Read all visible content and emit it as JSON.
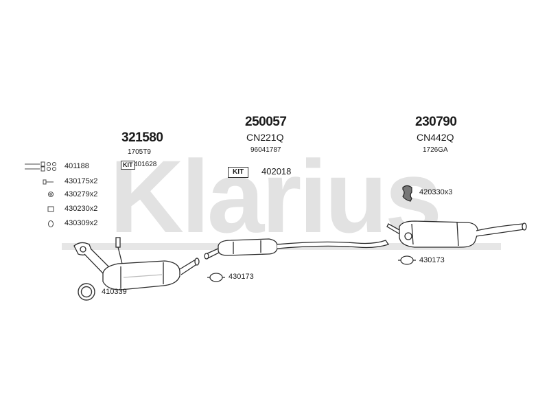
{
  "brand": {
    "watermark": "Klarius"
  },
  "groups": [
    {
      "part_number": "321580",
      "ref1": "1705T9",
      "kit_badge": "KIT",
      "kit_number": "401628"
    },
    {
      "part_number": "250057",
      "ref1": "CN221Q",
      "ref2": "96041787",
      "kit_badge": "KIT",
      "kit_number": "402018"
    },
    {
      "part_number": "230790",
      "ref1": "CN442Q",
      "ref2": "1726GA"
    }
  ],
  "fittings": [
    {
      "label": "401188"
    },
    {
      "label": "430175x2"
    },
    {
      "label": "430279x2"
    },
    {
      "label": "430230x2"
    },
    {
      "label": "430309x2"
    },
    {
      "label": "410339"
    },
    {
      "label": "430173"
    },
    {
      "label": "420330x3"
    },
    {
      "label": "430173"
    }
  ],
  "icons": [
    "bolt-set-icon",
    "bolt-icon",
    "nut-icon",
    "washer-icon",
    "ring-icon",
    "gasket-ring-icon",
    "clamp-icon",
    "hanger-icon"
  ],
  "colors": {
    "watermark": "#dcdcdc",
    "line": "#2b2b2b",
    "fill": "#ffffff",
    "shade": "#bdbdbd"
  }
}
